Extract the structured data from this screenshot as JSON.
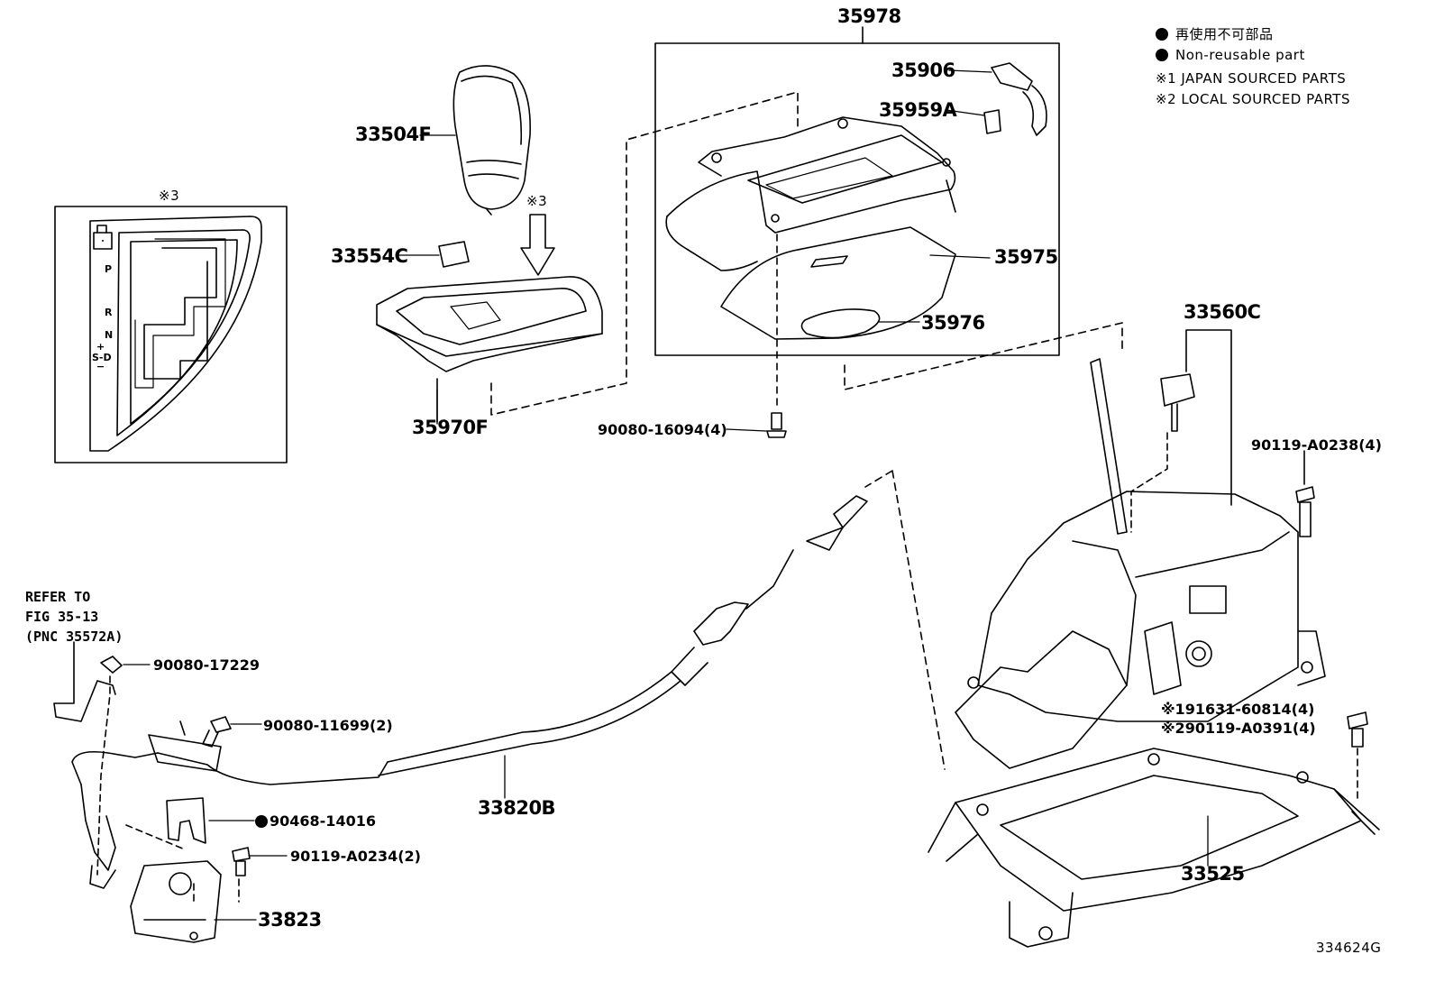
{
  "legend": {
    "non_reusable_jp": "再使用不可部品",
    "non_reusable_en": "Non-reusable part",
    "note1": "※1 JAPAN SOURCED PARTS",
    "note2": "※2 LOCAL SOURCED PARTS"
  },
  "inset": {
    "note_label": "※3",
    "gear_p": "P",
    "gear_r": "R",
    "gear_n": "N",
    "gear_plus": "+",
    "gear_sd": "S-D",
    "gear_minus": "−"
  },
  "note3_arrow": "※3",
  "refer": {
    "line1": "REFER TO",
    "line2": "FIG 35-13",
    "line3": "(PNC 35572A)"
  },
  "parts": {
    "p35978": "35978",
    "p35906": "35906",
    "p35959a": "35959A",
    "p35975": "35975",
    "p35976": "35976",
    "p33504f": "33504F",
    "p33554c": "33554C",
    "p35970f": "35970F",
    "p90080_16094": "90080-16094(4)",
    "p33560c": "33560C",
    "p90119_a0238": "90119-A0238(4)",
    "p91631_60814": "91631-60814(4)",
    "p90119_a0391": "90119-A0391(4)",
    "note1_mark": "※1",
    "note2_mark": "※2",
    "p33525": "33525",
    "p90080_17229": "90080-17229",
    "p90080_11699": "90080-11699(2)",
    "p90468_14016": "90468-14016",
    "p90119_a0234": "90119-A0234(2)",
    "p33823": "33823",
    "p33820b": "33820B"
  },
  "figure_id": "334624G"
}
